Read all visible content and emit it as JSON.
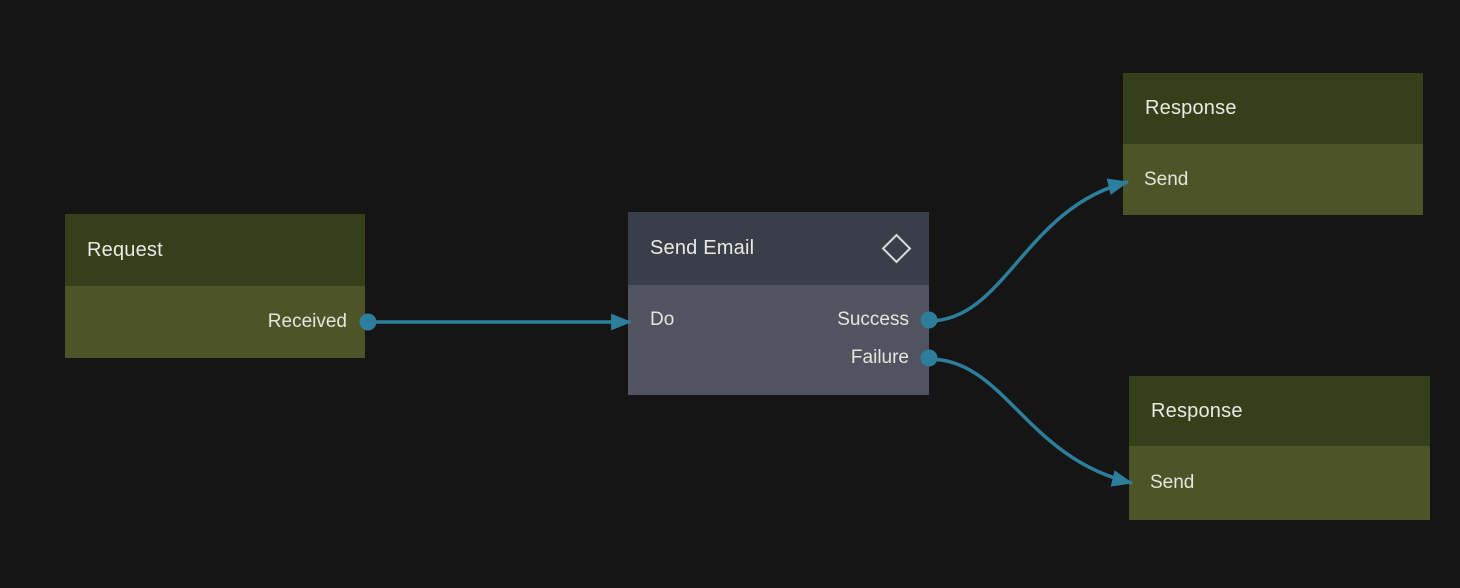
{
  "canvas": {
    "background_color": "#151515"
  },
  "colors": {
    "edge_accent": "#2d7e9d",
    "green_node_header": "#35401a",
    "green_node_body": "#4d5528",
    "slate_node_header": "#3a3e49",
    "slate_node_body": "#515460",
    "text": "#e6e8e2"
  },
  "nodes": {
    "request": {
      "title": "Request",
      "outputs": [
        {
          "label": "Received"
        }
      ]
    },
    "send_email": {
      "title": "Send Email",
      "header_icon": "diamond-icon",
      "inputs": [
        {
          "label": "Do"
        }
      ],
      "outputs": [
        {
          "label": "Success"
        },
        {
          "label": "Failure"
        }
      ]
    },
    "response_top": {
      "title": "Response",
      "inputs": [
        {
          "label": "Send"
        }
      ]
    },
    "response_bottom": {
      "title": "Response",
      "inputs": [
        {
          "label": "Send"
        }
      ]
    }
  },
  "edges": [
    {
      "from_node": "Request",
      "from_port": "Received",
      "to_node": "Send Email",
      "to_port": "Do"
    },
    {
      "from_node": "Send Email",
      "from_port": "Success",
      "to_node": "Response",
      "to_port": "Send"
    },
    {
      "from_node": "Send Email",
      "from_port": "Failure",
      "to_node": "Response",
      "to_port": "Send"
    }
  ]
}
